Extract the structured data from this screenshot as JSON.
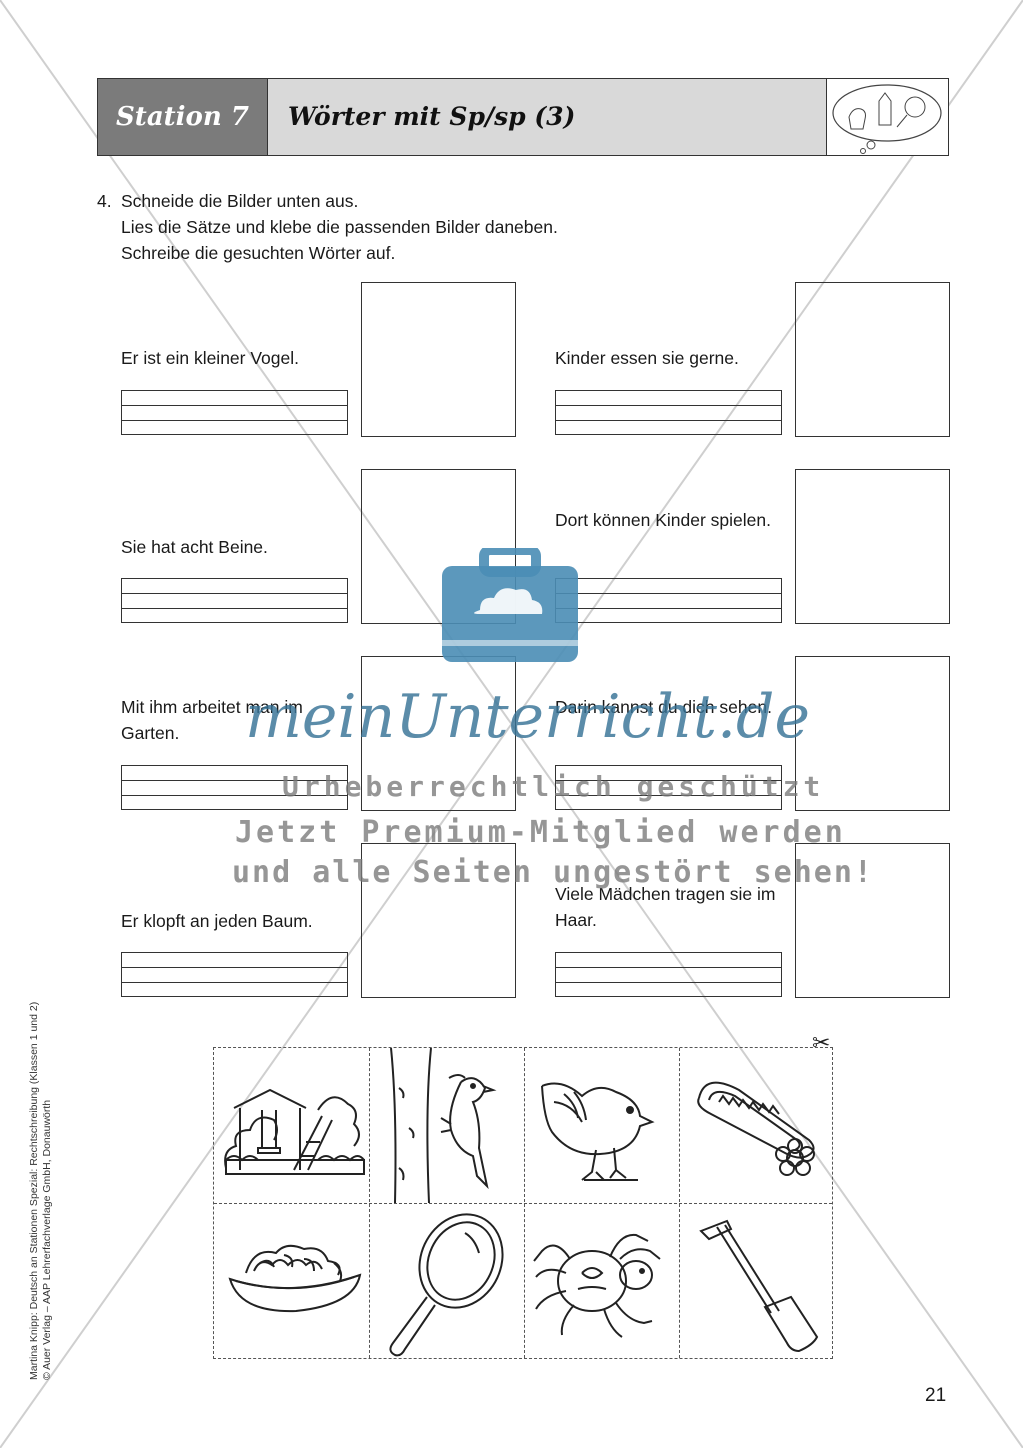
{
  "header": {
    "station": "Station 7",
    "title": "Wörter mit Sp/sp (3)"
  },
  "instructions": {
    "number": "4.",
    "lines": [
      "Schneide die Bilder unten aus.",
      "Lies die Sätze und klebe die passenden Bilder daneben.",
      "Schreibe die gesuchten Wörter auf."
    ]
  },
  "tasks": [
    {
      "sentence": "Er ist ein kleiner Vogel."
    },
    {
      "sentence": "Kinder essen sie gerne."
    },
    {
      "sentence": "Sie hat acht Beine."
    },
    {
      "sentence": "Dort können Kinder spielen."
    },
    {
      "sentence": "Mit ihm arbeitet man im Garten."
    },
    {
      "sentence": "Darin kannst du dich sehen."
    },
    {
      "sentence": "Er klopft an jeden Baum."
    },
    {
      "sentence": "Viele Mädchen tragen sie im Haar."
    }
  ],
  "cutout_pictures": [
    {
      "icon": "playground-icon"
    },
    {
      "icon": "woodpecker-icon"
    },
    {
      "icon": "sparrow-icon"
    },
    {
      "icon": "hair-clip-icon"
    },
    {
      "icon": "spaghetti-icon"
    },
    {
      "icon": "mirror-icon"
    },
    {
      "icon": "spider-icon"
    },
    {
      "icon": "spade-icon"
    }
  ],
  "watermark": {
    "logo": "meinUnterricht.de",
    "line1": "Urheberrechtlich geschützt",
    "line2": "Jetzt Premium-Mitglied werden",
    "line3": "und alle Seiten ungestört sehen!"
  },
  "credit": {
    "line1": "Martina Knipp: Deutsch an Stationen Spezial: Rechtschreibung (Klassen 1 und 2)",
    "line2": "© Auer Verlag – AAP Lehrerfachverlage GmbH, Donauwörth"
  },
  "page_number": "21",
  "colors": {
    "header_dark": "#7b7b7b",
    "header_light": "#d9d9d9",
    "watermark_blue": "#4a8db5"
  }
}
